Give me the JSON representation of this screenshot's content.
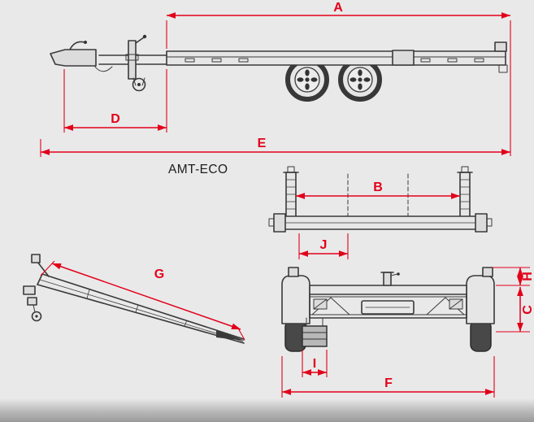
{
  "model_label": "AMT-ECO",
  "dimension_labels": {
    "A": "A",
    "B": "B",
    "C": "C",
    "D": "D",
    "E": "E",
    "F": "F",
    "G": "G",
    "H": "H",
    "I": "I",
    "J": "J"
  },
  "colors": {
    "dimension_red": "#e2001a",
    "drawing_dark": "#3a3a3a",
    "background": "#e9e9e9",
    "bottom_band": "#9a9a9a"
  }
}
